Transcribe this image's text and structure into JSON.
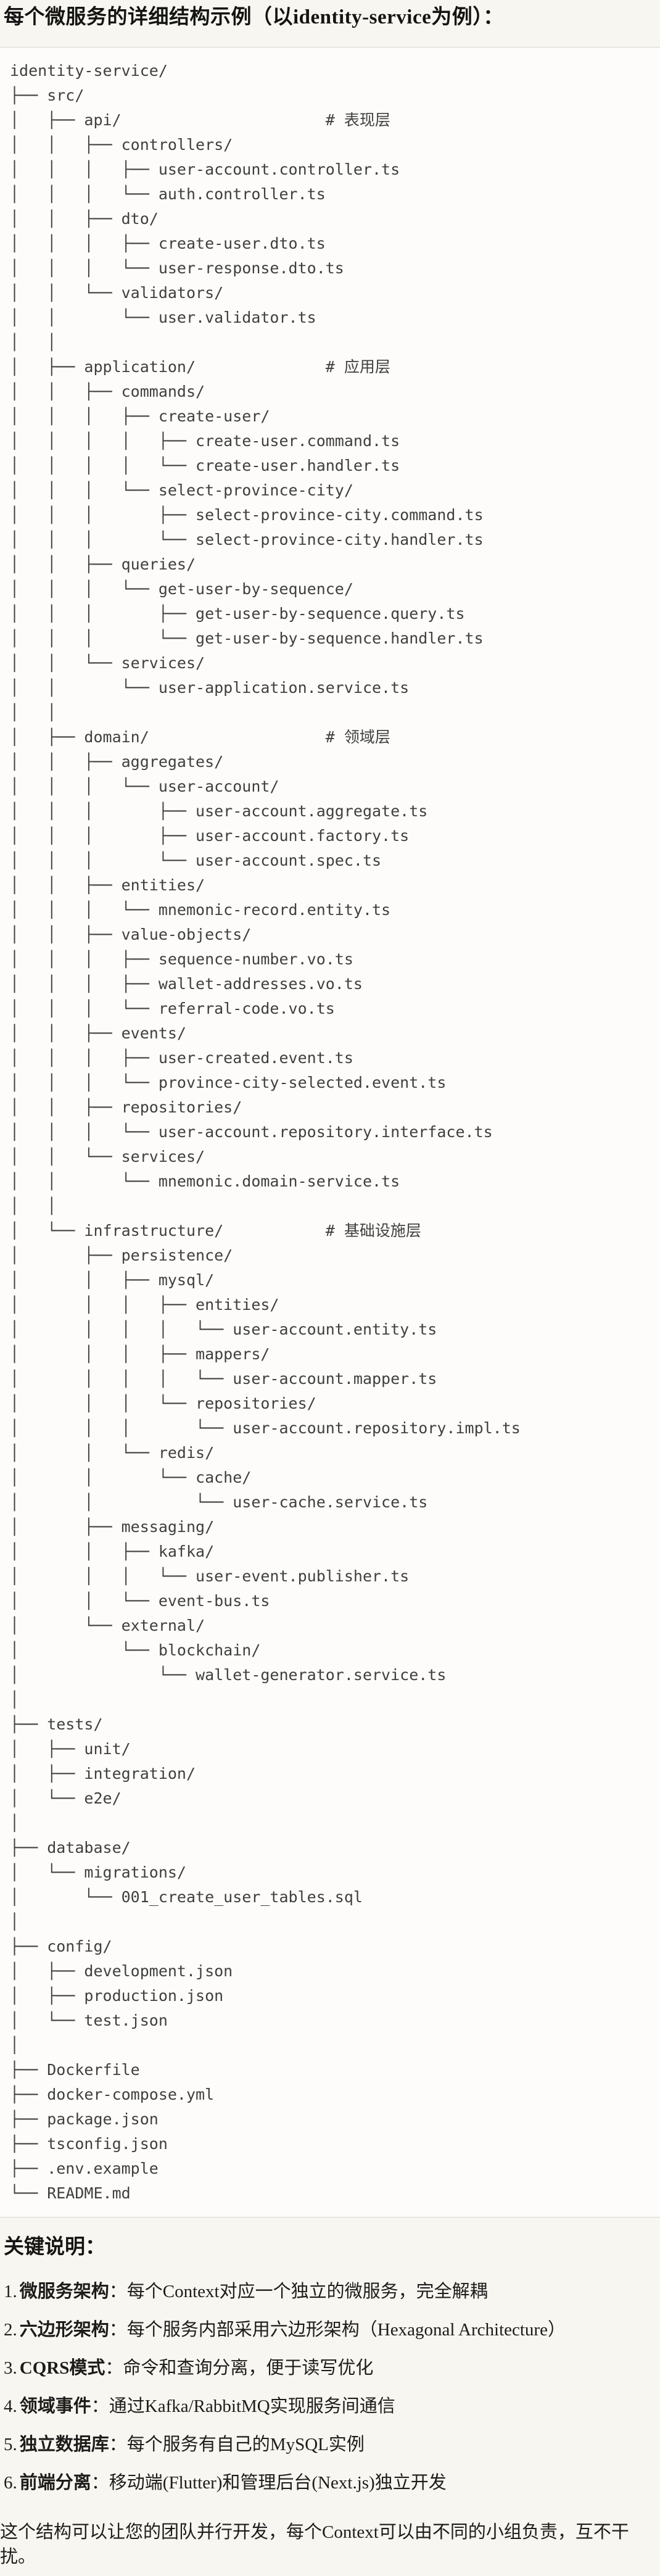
{
  "title": "每个微服务的详细结构示例（以identity-service为例）：",
  "tree": {
    "lines": [
      "identity-service/",
      "├── src/",
      "│   ├── api/                      # 表现层",
      "│   │   ├── controllers/",
      "│   │   │   ├── user-account.controller.ts",
      "│   │   │   └── auth.controller.ts",
      "│   │   ├── dto/",
      "│   │   │   ├── create-user.dto.ts",
      "│   │   │   └── user-response.dto.ts",
      "│   │   └── validators/",
      "│   │       └── user.validator.ts",
      "│   │",
      "│   ├── application/              # 应用层",
      "│   │   ├── commands/",
      "│   │   │   ├── create-user/",
      "│   │   │   │   ├── create-user.command.ts",
      "│   │   │   │   └── create-user.handler.ts",
      "│   │   │   └── select-province-city/",
      "│   │   │       ├── select-province-city.command.ts",
      "│   │   │       └── select-province-city.handler.ts",
      "│   │   ├── queries/",
      "│   │   │   └── get-user-by-sequence/",
      "│   │   │       ├── get-user-by-sequence.query.ts",
      "│   │   │       └── get-user-by-sequence.handler.ts",
      "│   │   └── services/",
      "│   │       └── user-application.service.ts",
      "│   │",
      "│   ├── domain/                   # 领域层",
      "│   │   ├── aggregates/",
      "│   │   │   └── user-account/",
      "│   │   │       ├── user-account.aggregate.ts",
      "│   │   │       ├── user-account.factory.ts",
      "│   │   │       └── user-account.spec.ts",
      "│   │   ├── entities/",
      "│   │   │   └── mnemonic-record.entity.ts",
      "│   │   ├── value-objects/",
      "│   │   │   ├── sequence-number.vo.ts",
      "│   │   │   ├── wallet-addresses.vo.ts",
      "│   │   │   └── referral-code.vo.ts",
      "│   │   ├── events/",
      "│   │   │   ├── user-created.event.ts",
      "│   │   │   └── province-city-selected.event.ts",
      "│   │   ├── repositories/",
      "│   │   │   └── user-account.repository.interface.ts",
      "│   │   └── services/",
      "│   │       └── mnemonic.domain-service.ts",
      "│   │",
      "│   └── infrastructure/           # 基础设施层",
      "│       ├── persistence/",
      "│       │   ├── mysql/",
      "│       │   │   ├── entities/",
      "│       │   │   │   └── user-account.entity.ts",
      "│       │   │   ├── mappers/",
      "│       │   │   │   └── user-account.mapper.ts",
      "│       │   │   └── repositories/",
      "│       │   │       └── user-account.repository.impl.ts",
      "│       │   └── redis/",
      "│       │       └── cache/",
      "│       │           └── user-cache.service.ts",
      "│       ├── messaging/",
      "│       │   ├── kafka/",
      "│       │   │   └── user-event.publisher.ts",
      "│       │   └── event-bus.ts",
      "│       └── external/",
      "│           └── blockchain/",
      "│               └── wallet-generator.service.ts",
      "│",
      "├── tests/",
      "│   ├── unit/",
      "│   ├── integration/",
      "│   └── e2e/",
      "│",
      "├── database/",
      "│   └── migrations/",
      "│       └── 001_create_user_tables.sql",
      "│",
      "├── config/",
      "│   ├── development.json",
      "│   ├── production.json",
      "│   └── test.json",
      "│",
      "├── Dockerfile",
      "├── docker-compose.yml",
      "├── package.json",
      "├── tsconfig.json",
      "├── .env.example",
      "└── README.md"
    ]
  },
  "notes": {
    "heading": "关键说明：",
    "items": [
      {
        "num": "1.",
        "term": "微服务架构",
        "colon": "：",
        "desc": "每个Context对应一个独立的微服务，完全解耦"
      },
      {
        "num": "2.",
        "term": "六边形架构",
        "colon": "：",
        "desc": "每个服务内部采用六边形架构（Hexagonal Architecture）"
      },
      {
        "num": "3.",
        "term": "CQRS模式",
        "colon": "：",
        "desc": "命令和查询分离，便于读写优化"
      },
      {
        "num": "4.",
        "term": "领域事件",
        "colon": "：",
        "desc": "通过Kafka/RabbitMQ实现服务间通信"
      },
      {
        "num": "5.",
        "term": "独立数据库",
        "colon": "：",
        "desc": "每个服务有自己的MySQL实例"
      },
      {
        "num": "6.",
        "term": "前端分离",
        "colon": "：",
        "desc": "移动端(Flutter)和管理后台(Next.js)独立开发"
      }
    ],
    "footer": "这个结构可以让您的团队并行开发，每个Context可以由不同的小组负责，互不干扰。"
  },
  "colors": {
    "page_background": "#f8f6f1",
    "code_background": "#fdfcfa",
    "code_border": "#d8d5cf",
    "tree_text": "#3f3f3c",
    "body_text": "#1c1c1a"
  }
}
